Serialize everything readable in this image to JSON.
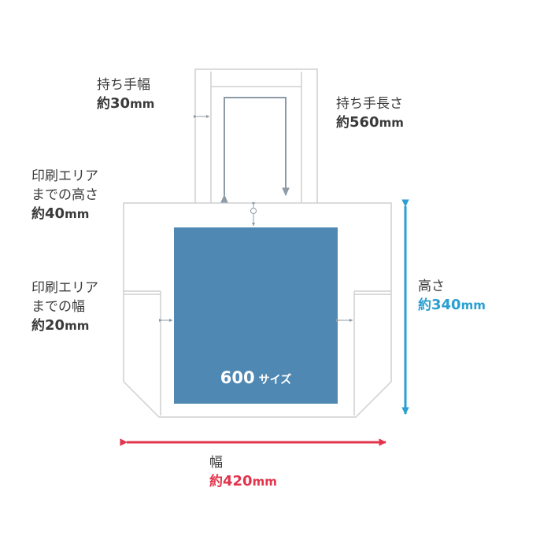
{
  "colors": {
    "outline": "#cfcfcf",
    "guide": "#8c9ba7",
    "print_area": "#4f88b3",
    "height_arrow": "#2a9fd1",
    "width_arrow": "#e2344c",
    "text": "#3a3a3a"
  },
  "handle_width": {
    "title": "持ち手幅",
    "prefix": "約",
    "number": "30",
    "unit": "mm"
  },
  "handle_length": {
    "title": "持ち手長さ",
    "prefix": "約",
    "number": "560",
    "unit": "mm"
  },
  "print_top": {
    "line1": "印刷エリア",
    "line2": "までの高さ",
    "prefix": "約",
    "number": "40",
    "unit": "mm"
  },
  "print_side": {
    "line1": "印刷エリア",
    "line2": "までの幅",
    "prefix": "約",
    "number": "20",
    "unit": "mm"
  },
  "height": {
    "title": "高さ",
    "prefix": "約",
    "number": "340",
    "unit": "mm"
  },
  "width": {
    "title": "幅",
    "prefix": "約",
    "number": "420",
    "unit": "mm"
  },
  "print_area": {
    "size_number": "600",
    "size_label": "サイズ"
  }
}
